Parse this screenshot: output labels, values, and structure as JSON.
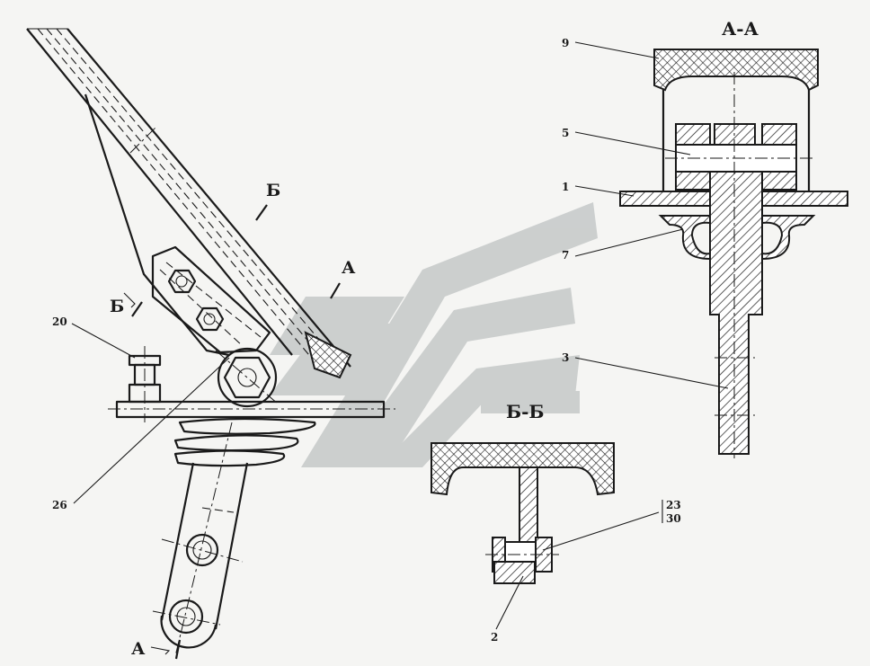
{
  "section_titles": {
    "aa": "А-А",
    "bb": "Б-Б"
  },
  "cut_marks": {
    "a_top": "А",
    "a_bottom": "А",
    "b_top": "Б",
    "b_left": "Б"
  },
  "callouts": {
    "c9": "9",
    "c5": "5",
    "c1": "1",
    "c7": "7",
    "c3": "3",
    "c20": "20",
    "c26": "26",
    "c2": "2",
    "c23": "23",
    "c30": "30"
  },
  "colors": {
    "line": "#1a1a1a",
    "watermark": "#c8cbcb",
    "background": "#f5f5f3"
  }
}
